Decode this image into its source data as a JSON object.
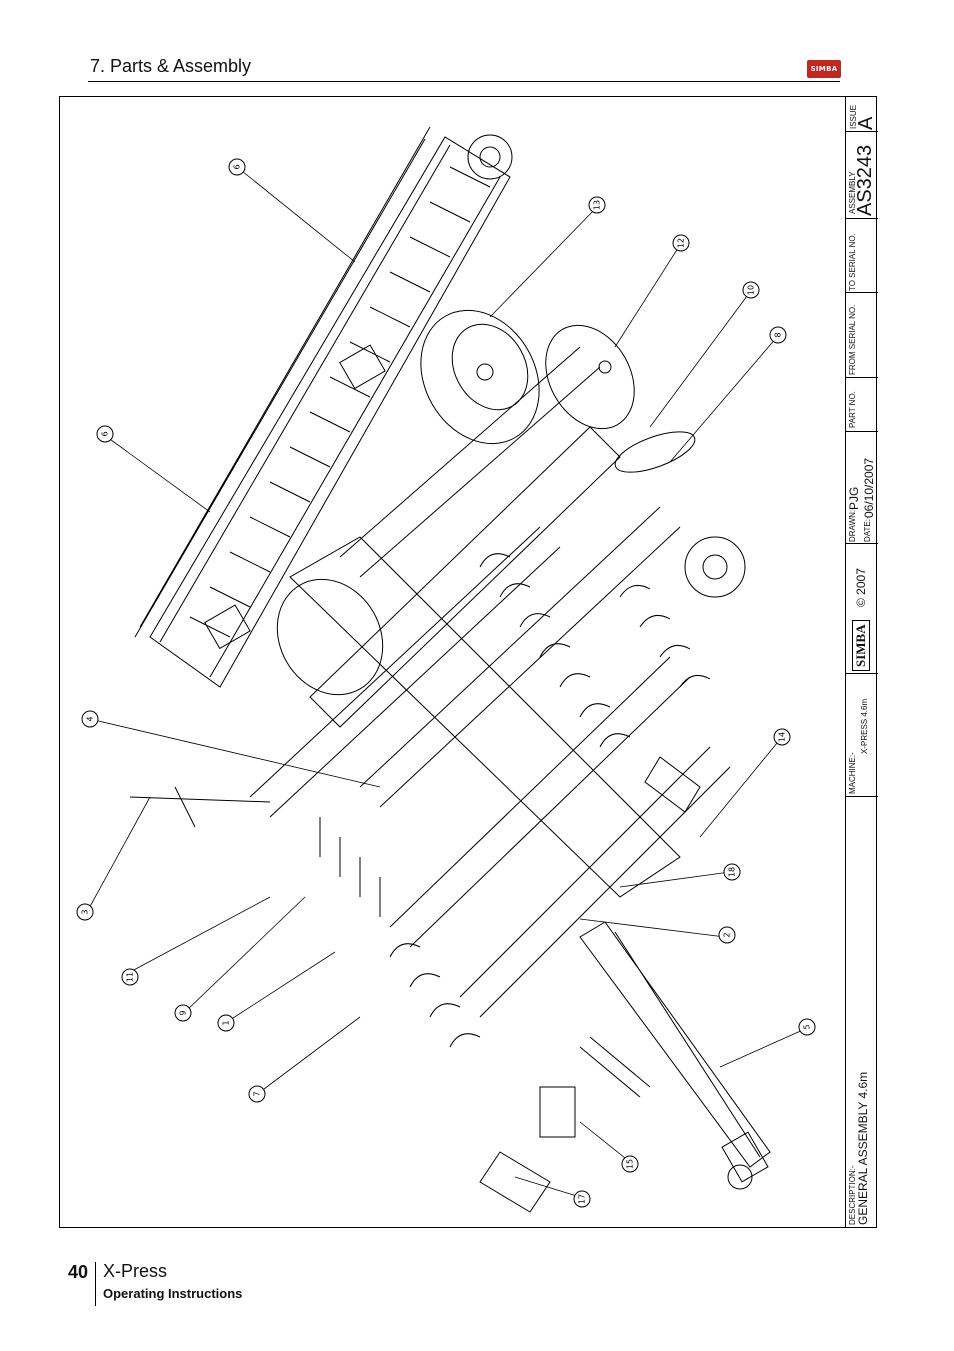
{
  "header": {
    "section_title": "7. Parts & Assembly",
    "logo_text": "SIMBA"
  },
  "title_block": {
    "description_label": "DESCRIPTION:-",
    "description_value": "GENERAL ASSEMBLY 4.6m",
    "machine_label": "MACHINE:-",
    "machine_value": "X-PRESS 4.6m",
    "brand_text": "SIMBA",
    "copyright": "© 2007",
    "drawn_label": "DRAWN:-",
    "drawn_value": "PJG",
    "date_label": "DATE:-",
    "date_value": "06/10/2007",
    "part_no_label": "PART NO.",
    "from_serial_label": "FROM SERIAL NO.",
    "to_serial_label": "TO SERIAL NO.",
    "assembly_label": "ASSEMBLY",
    "assembly_value": "AS3243",
    "issue_label": "ISSUE",
    "issue_value": "A"
  },
  "balloons": [
    "1",
    "2",
    "3",
    "4",
    "5",
    "6",
    "6",
    "7",
    "8",
    "9",
    "10",
    "11",
    "12",
    "13",
    "14",
    "15",
    "17",
    "18"
  ],
  "footer": {
    "page_number": "40",
    "product": "X-Press",
    "subtitle": "Operating Instructions"
  }
}
